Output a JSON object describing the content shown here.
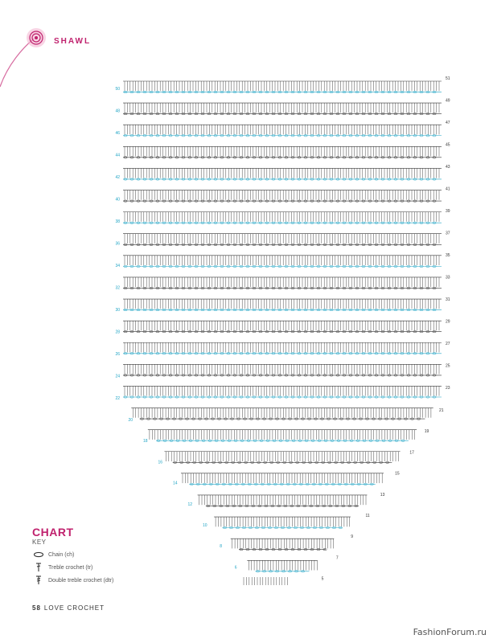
{
  "header": {
    "section": "SHAWL"
  },
  "chart": {
    "rows_left_labels": [
      22,
      24,
      26,
      28,
      30,
      32,
      34,
      36,
      38,
      40,
      42,
      44,
      46,
      48,
      50
    ],
    "rows_right_labels": [
      23,
      25,
      27,
      29,
      31,
      33,
      35,
      37,
      39,
      41,
      43,
      45,
      47,
      49,
      51
    ],
    "taper_left_labels": [
      20,
      18,
      16,
      14,
      12,
      10,
      8,
      6
    ],
    "taper_right_labels": [
      21,
      19,
      17,
      15,
      13,
      11,
      9,
      7,
      5
    ],
    "colors": {
      "stitch": "#333333",
      "highlight": "#1fa4c5"
    }
  },
  "key": {
    "title": "CHART",
    "subtitle": "KEY",
    "items": [
      {
        "icon": "chain-icon",
        "label": "Chain (ch)"
      },
      {
        "icon": "treble-crochet-icon",
        "label": "Treble crochet (tr)"
      },
      {
        "icon": "double-treble-crochet-icon",
        "label": "Double treble crochet (dtr)"
      }
    ]
  },
  "footer": {
    "page_number": "58",
    "magazine": "LOVE CROCHET"
  },
  "watermark": "FashionForum.ru"
}
